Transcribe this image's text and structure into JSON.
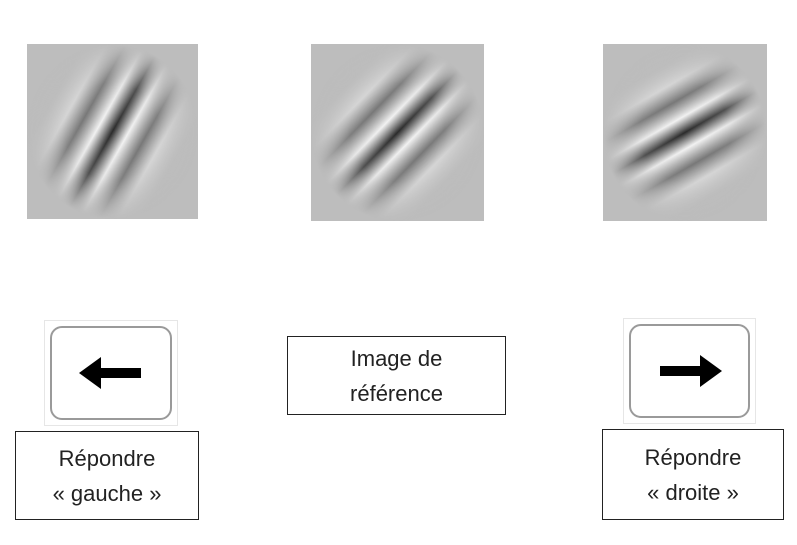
{
  "stimuli": [
    {
      "id": "left",
      "orientation_deg": -60,
      "name": "gabor-left"
    },
    {
      "id": "reference",
      "orientation_deg": -45,
      "name": "gabor-reference"
    },
    {
      "id": "right",
      "orientation_deg": -30,
      "name": "gabor-right"
    }
  ],
  "colors": {
    "patch_bg": "#bdbdbd",
    "key_border": "#9a9a9a",
    "arrow": "#000000",
    "box_border": "#222222"
  },
  "keys": {
    "left": {
      "icon": "arrow-left-icon"
    },
    "right": {
      "icon": "arrow-right-icon"
    }
  },
  "labels": {
    "left": {
      "line1": "Répondre",
      "line2": "« gauche »"
    },
    "reference": {
      "line1": "Image de",
      "line2": "référence"
    },
    "right": {
      "line1": "Répondre",
      "line2": "« droite »"
    }
  }
}
